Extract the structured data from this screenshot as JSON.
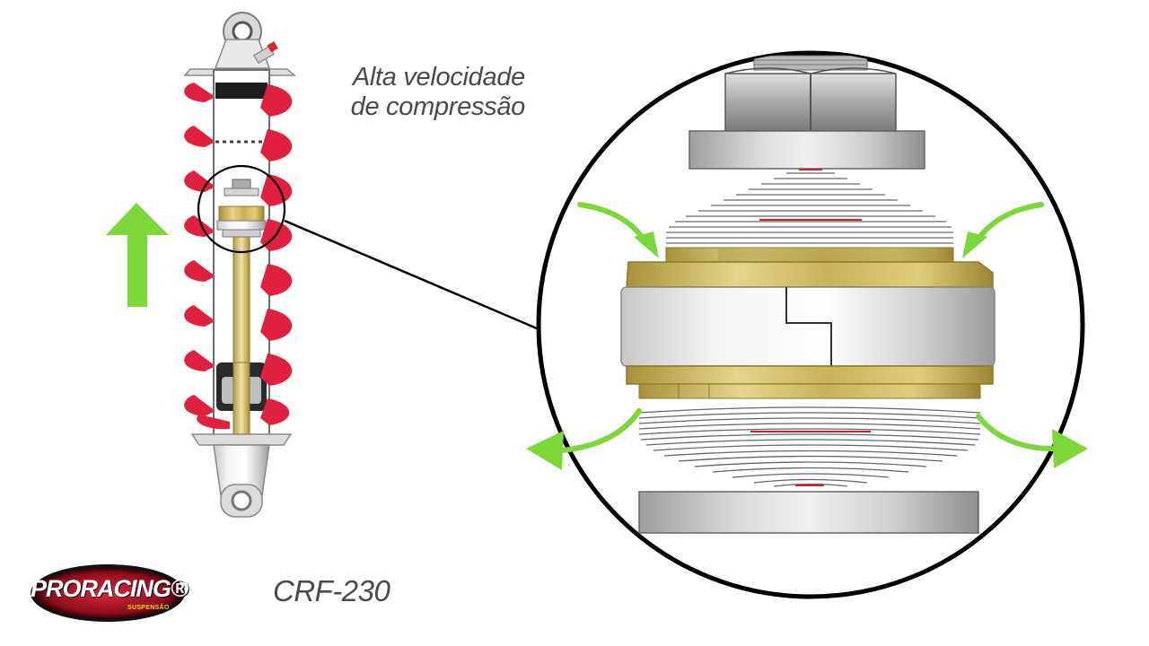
{
  "caption": {
    "line1": "Alta velocidade",
    "line2": "de compressão"
  },
  "model_label": "CRF-230",
  "logo": {
    "text": "PRORACING®",
    "subtext": "SUSPENSÃO"
  },
  "colors": {
    "spring": "#e0203f",
    "arrow": "#7dd63a",
    "brass": "#c9b25a",
    "rod": "#d9c67a",
    "circle_outline": "#000000",
    "shim_line": "#666666",
    "shim_highlight": "#d0202a",
    "text": "#4a4a4a"
  },
  "icons": {
    "direction_arrow": "arrow-up-icon",
    "flow_arrows": "curved-arrow-icon"
  }
}
